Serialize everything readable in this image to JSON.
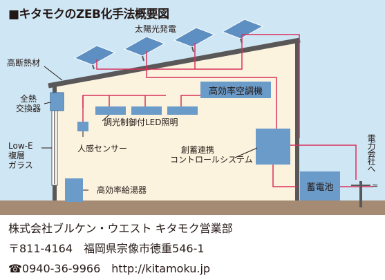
{
  "title": "■キタモクのZEB化手法概要図",
  "colors": {
    "sky": "#cfe6f4",
    "house_wall": "#fbf3de",
    "roof": "#595757",
    "equipment": "#6b9bc9",
    "wire": "#d8315b",
    "ground": "#a58b74",
    "panel": "#5e8fc2"
  },
  "labels": {
    "solar": "太陽光発電",
    "insulation": "高断熱材",
    "heat_exchanger": [
      "全熱",
      "交換器"
    ],
    "lowe_glass": [
      "Low-E",
      "複層",
      "ガラス"
    ],
    "hvac": "高効率空調機",
    "lighting": "調光制御付LED照明",
    "sensor": "人感センサー",
    "control_system": [
      "創蓄連携",
      "コントロールシステム"
    ],
    "water_heater": "高効率給湯器",
    "battery": "蓄電池",
    "to_grid": "電力会社へ"
  },
  "footer": {
    "company": "株式会社ブルケン・ウエスト キタモク営業部",
    "address": "〒811-4164　福岡県宗像市徳重546-1",
    "contact": "☎0940-36-9966　http://kitamoku.jp"
  }
}
